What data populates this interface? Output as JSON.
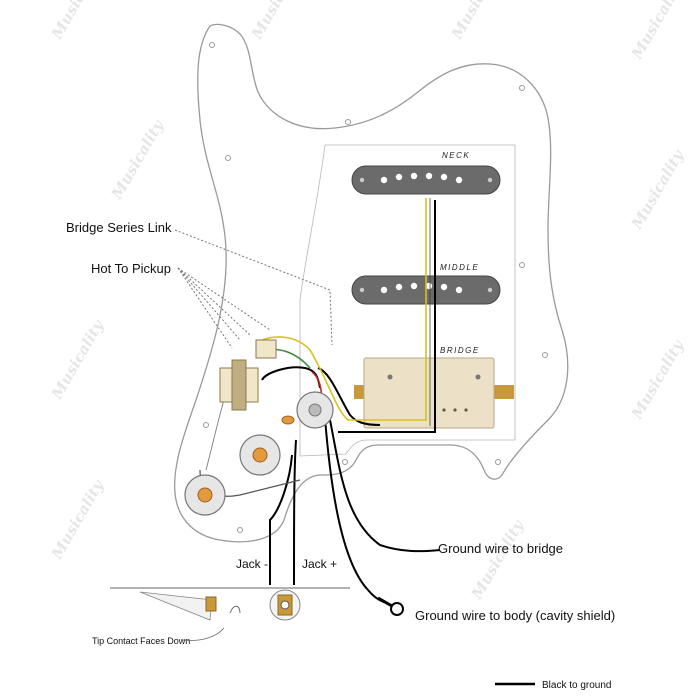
{
  "pickups": {
    "neck": "NECK",
    "middle": "MIDDLE",
    "bridge": "BRIDGE"
  },
  "labels": {
    "bridge_series_link": "Bridge Series Link",
    "hot_to_pickup": "Hot To Pickup",
    "ground_to_bridge": "Ground wire to bridge",
    "ground_to_body": "Ground wire to body (cavity shield)",
    "jack_minus": "Jack -",
    "jack_plus": "Jack +",
    "tip_contact": "Tip Contact Faces Down"
  },
  "legend": {
    "black_to_ground": "Black to ground",
    "line_color": "#000000"
  },
  "colors": {
    "pickguard": "#ffffff",
    "pickguard_outline": "#9a9a9a",
    "single_coil": "#6b6b6b",
    "humbucker": "#ece0c6",
    "pot_orange": "#e39a3e",
    "wire_yellow": "#d8c21a",
    "wire_green": "#3a8a3a",
    "wire_red": "#cc2222",
    "wire_black": "#000000",
    "wire_white": "#ffffff"
  },
  "watermark": "Musicality"
}
